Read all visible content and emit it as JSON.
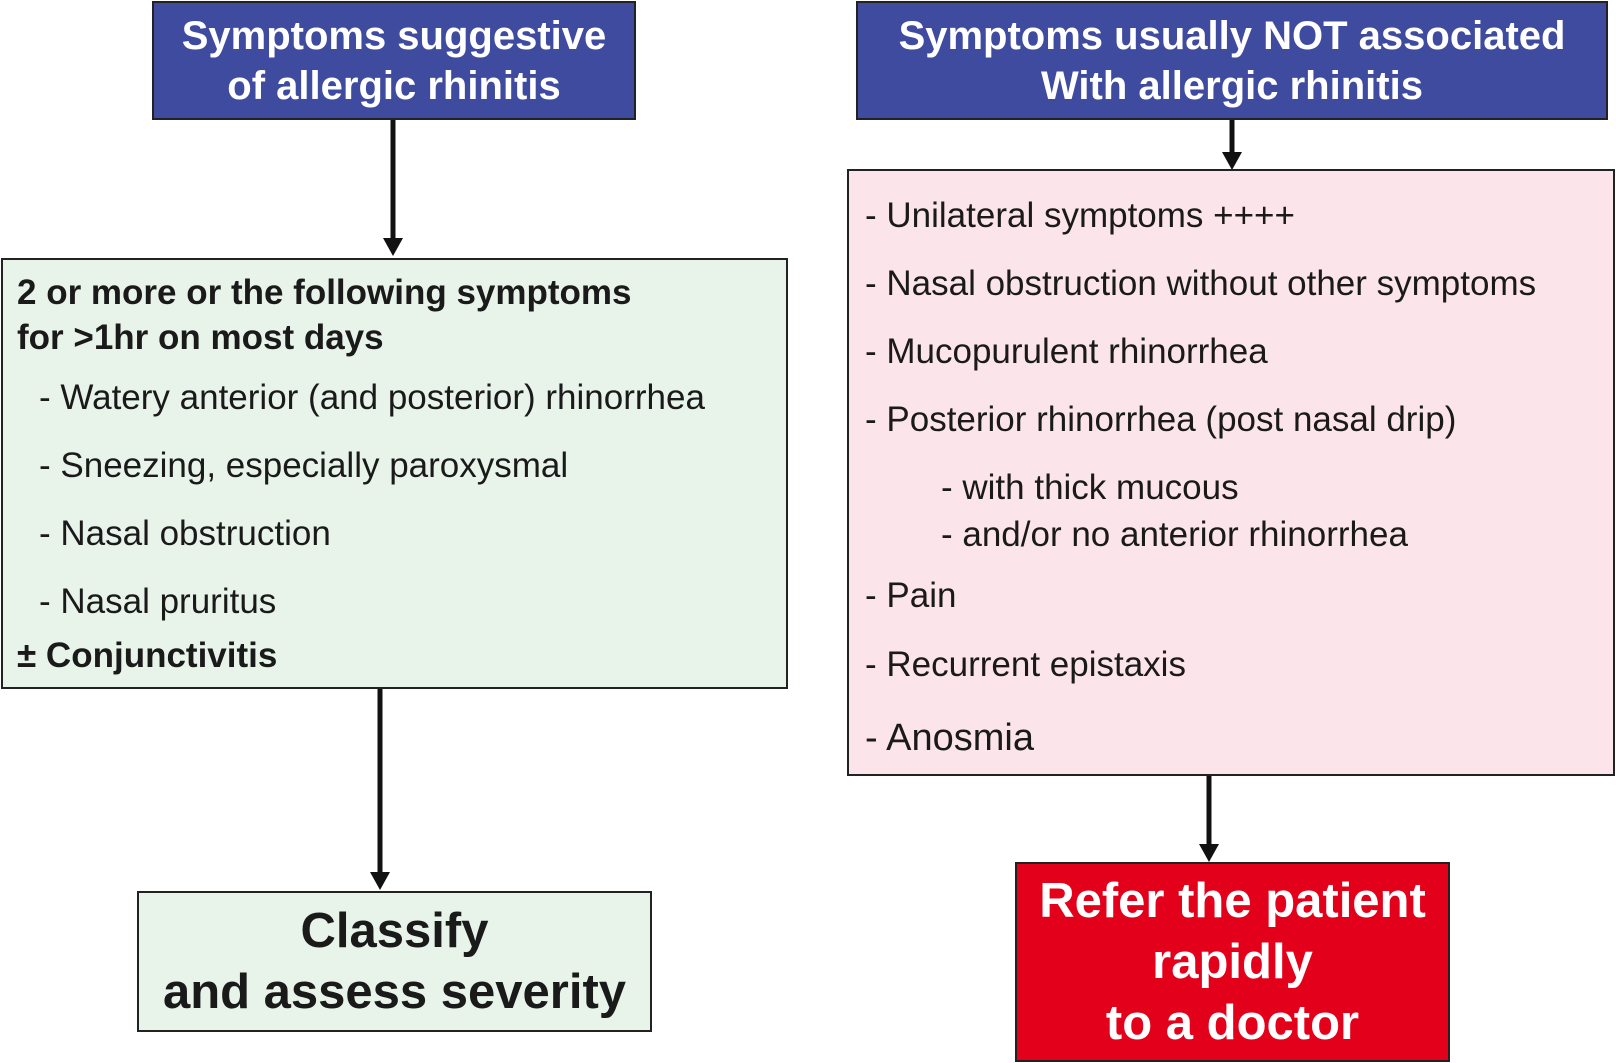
{
  "left_header": {
    "line1": "Symptoms suggestive",
    "line2": "of allergic rhinitis"
  },
  "right_header": {
    "line1": "Symptoms usually NOT associated",
    "line2": "With allergic rhinitis"
  },
  "criteria_box": {
    "heading_line1": "2 or more or the following symptoms",
    "heading_line2": "for >1hr on most days",
    "items": [
      "- Watery anterior (and  posterior) rhinorrhea",
      "- Sneezing, especially paroxysmal",
      "- Nasal obstruction",
      "- Nasal pruritus"
    ],
    "footer": "± Conjunctivitis"
  },
  "not_associated_box": {
    "items": [
      "- Unilateral symptoms ++++",
      "- Nasal obstruction without other symptoms",
      "- Mucopurulent rhinorrhea",
      "- Posterior rhinorrhea (post nasal drip)",
      "- with thick mucous",
      "- and/or no anterior rhinorrhea",
      "- Pain",
      "- Recurrent epistaxis",
      "- Anosmia"
    ]
  },
  "classify_box": {
    "line1": "Classify",
    "line2": "and assess severity"
  },
  "refer_box": {
    "line1": "Refer the patient",
    "line2": "rapidly",
    "line3": "to a doctor"
  },
  "colors": {
    "header_blue": "#3f4b9e",
    "green_fill": "#e8f3ea",
    "pink_fill": "#fbe4ea",
    "refer_red": "#e3001b"
  }
}
